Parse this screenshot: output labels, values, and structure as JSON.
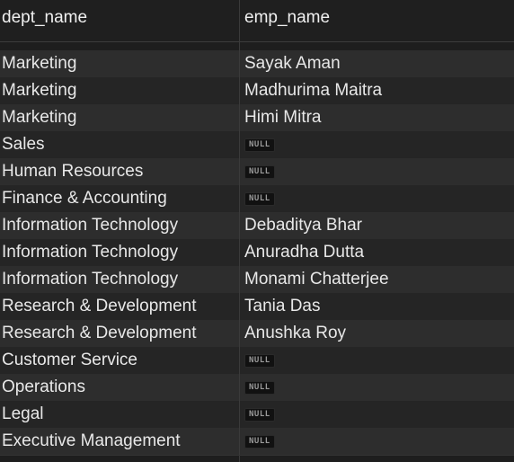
{
  "table": {
    "columns": [
      "dept_name",
      "emp_name"
    ],
    "null_label": "NULL",
    "rows": [
      {
        "dept_name": "Marketing",
        "emp_name": "Sayak Aman"
      },
      {
        "dept_name": "Marketing",
        "emp_name": "Madhurima Maitra"
      },
      {
        "dept_name": "Marketing",
        "emp_name": "Himi Mitra"
      },
      {
        "dept_name": "Sales",
        "emp_name": null
      },
      {
        "dept_name": "Human Resources",
        "emp_name": null
      },
      {
        "dept_name": "Finance & Accounting",
        "emp_name": null
      },
      {
        "dept_name": "Information Technology",
        "emp_name": "Debaditya Bhar"
      },
      {
        "dept_name": "Information Technology",
        "emp_name": "Anuradha Dutta"
      },
      {
        "dept_name": "Information Technology",
        "emp_name": "Monami Chatterjee"
      },
      {
        "dept_name": "Research & Development",
        "emp_name": "Tania Das"
      },
      {
        "dept_name": "Research & Development",
        "emp_name": "Anushka Roy"
      },
      {
        "dept_name": "Customer Service",
        "emp_name": null
      },
      {
        "dept_name": "Operations",
        "emp_name": null
      },
      {
        "dept_name": "Legal",
        "emp_name": null
      },
      {
        "dept_name": "Executive Management",
        "emp_name": null
      }
    ]
  },
  "colors": {
    "background": "#1e1e1e",
    "row_odd": "#2d2d2d",
    "row_even": "#252525",
    "text": "#e8e8e8",
    "null_badge_bg": "#111111",
    "null_badge_text": "#9a9a9a"
  }
}
